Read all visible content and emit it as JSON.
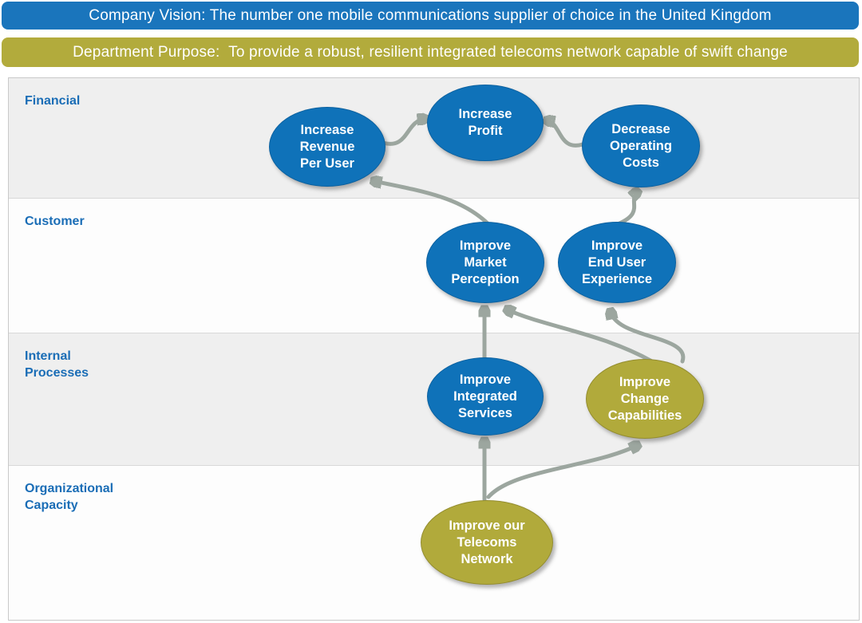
{
  "banners": {
    "vision_text": "Company Vision: The number one mobile communications supplier of choice in the United Kingdom",
    "purpose_text": "Department Purpose:  To provide a robust, resilient integrated telecoms network capable of swift change"
  },
  "perspectives": [
    {
      "label": "Financial"
    },
    {
      "label": "Customer"
    },
    {
      "label": "Internal\nProcesses"
    },
    {
      "label": "Organizational\nCapacity"
    }
  ],
  "nodes": [
    {
      "id": "increase-revenue-per-user",
      "label": "Increase\nRevenue\nPer User",
      "perspective": "Financial",
      "color": "blue"
    },
    {
      "id": "increase-profit",
      "label": "Increase\nProfit",
      "perspective": "Financial",
      "color": "blue"
    },
    {
      "id": "decrease-operating-costs",
      "label": "Decrease\nOperating\nCosts",
      "perspective": "Financial",
      "color": "blue"
    },
    {
      "id": "improve-market-perception",
      "label": "Improve\nMarket\nPerception",
      "perspective": "Customer",
      "color": "blue"
    },
    {
      "id": "improve-end-user-experience",
      "label": "Improve\nEnd User\nExperience",
      "perspective": "Customer",
      "color": "blue"
    },
    {
      "id": "improve-integrated-services",
      "label": "Improve\nIntegrated\nServices",
      "perspective": "Internal Processes",
      "color": "blue"
    },
    {
      "id": "improve-change-capabilities",
      "label": "Improve\nChange\nCapabilities",
      "perspective": "Internal Processes",
      "color": "olive"
    },
    {
      "id": "improve-our-telecoms-network",
      "label": "Improve our\nTelecoms\nNetwork",
      "perspective": "Organizational Capacity",
      "color": "olive"
    }
  ],
  "edges": [
    {
      "from": "increase-revenue-per-user",
      "to": "increase-profit"
    },
    {
      "from": "decrease-operating-costs",
      "to": "increase-profit"
    },
    {
      "from": "improve-market-perception",
      "to": "increase-revenue-per-user"
    },
    {
      "from": "improve-end-user-experience",
      "to": "decrease-operating-costs"
    },
    {
      "from": "improve-integrated-services",
      "to": "improve-market-perception"
    },
    {
      "from": "improve-change-capabilities",
      "to": "improve-market-perception"
    },
    {
      "from": "improve-change-capabilities",
      "to": "improve-end-user-experience"
    },
    {
      "from": "improve-our-telecoms-network",
      "to": "improve-integrated-services"
    },
    {
      "from": "improve-our-telecoms-network",
      "to": "improve-change-capabilities"
    }
  ],
  "colors": {
    "vision_bg": "#1a75bc",
    "purpose_bg": "#b2ab3c",
    "node_blue": "#0f72b9",
    "node_olive": "#b1aa3b",
    "arrow": "#9ca69f",
    "band_gray": "#efefef",
    "band_white": "#fdfdfd",
    "label_blue": "#1a6db6",
    "banner_text": "#ffffff"
  }
}
